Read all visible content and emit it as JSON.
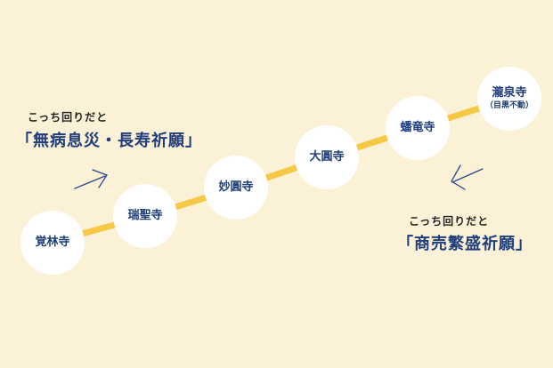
{
  "temples": [
    {
      "name": "覚林寺",
      "sub": ""
    },
    {
      "name": "瑞聖寺",
      "sub": ""
    },
    {
      "name": "妙圓寺",
      "sub": ""
    },
    {
      "name": "大圓寺",
      "sub": ""
    },
    {
      "name": "蟠竜寺",
      "sub": ""
    },
    {
      "name": "瀧泉寺",
      "sub": "（目黒不動）"
    }
  ],
  "captions": {
    "top_small": "こっち回りだと",
    "top_big": "「無病息災・長寿祈願」",
    "bottom_small": "こっち回りだと",
    "bottom_big": "「商売繁盛祈願」"
  },
  "colors": {
    "background": "#fbf1d6",
    "path": "#f6c845",
    "text_blue": "#1f3e7a",
    "arrow": "#2a4a8a"
  }
}
